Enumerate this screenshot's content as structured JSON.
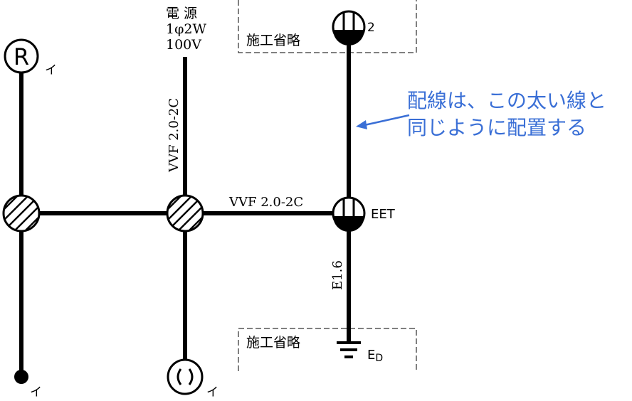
{
  "power": {
    "line1": "電 源",
    "line2": "1φ2W",
    "line3": "100V"
  },
  "cable_labels": {
    "vertical": "VVF 2.0-2C",
    "horizontal": "VVF 2.0-2C",
    "ground": "E1.6"
  },
  "omission_label": "施工省略",
  "symbols": {
    "receptacle_letter": "R",
    "receptacle_marker": "イ",
    "pendant_marker": "イ",
    "ceiling_marker": "イ",
    "outlet_count": "2",
    "eet_label": "EET",
    "ground_label_main": "E",
    "ground_label_sub": "D"
  },
  "annotation": {
    "line1": "配線は、この太い線と",
    "line2": "同じように配置する",
    "color": "#3a6fd6"
  }
}
